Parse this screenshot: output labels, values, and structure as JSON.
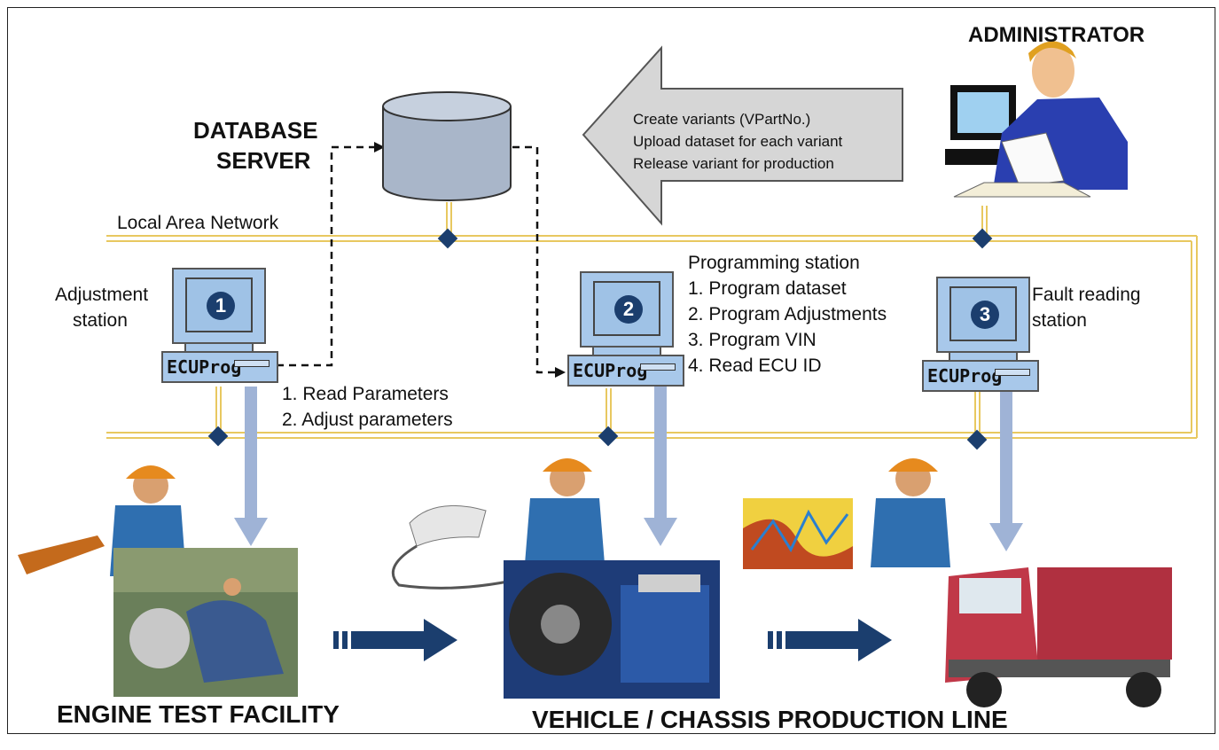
{
  "roles": {
    "administrator": "ADMINISTRATOR",
    "database_server_line1": "DATABASE",
    "database_server_line2": "SERVER",
    "lan": "Local Area Network"
  },
  "admin_tasks": [
    "Create variants (VPartNo.)",
    "Upload dataset for each variant",
    "Release variant for production"
  ],
  "stations": [
    {
      "number": "1",
      "name_line1": "Adjustment",
      "name_line2": "station",
      "device": "ECUProg",
      "tasks": [
        "1. Read Parameters",
        "2. Adjust parameters"
      ]
    },
    {
      "number": "2",
      "name": "Programming station",
      "device": "ECUProg",
      "tasks": [
        "1. Program dataset",
        "2. Program Adjustments",
        "3. Program VIN",
        "4. Read ECU ID"
      ]
    },
    {
      "number": "3",
      "name_line1": "Fault reading",
      "name_line2": "station",
      "device": "ECUProg"
    }
  ],
  "facilities": {
    "engine_test": "ENGINE TEST FACILITY",
    "production_line": "VEHICLE / CHASSIS PRODUCTION LINE"
  },
  "colors": {
    "lan_line": "#e8c860",
    "node": "#1b3e6e",
    "device": "#a8c8ea",
    "arrow_down": "#9fb3d6",
    "flow_arrow": "#1b3e6e",
    "db": "#a9b6c9",
    "admin_arrow": "#d6d6d6"
  }
}
